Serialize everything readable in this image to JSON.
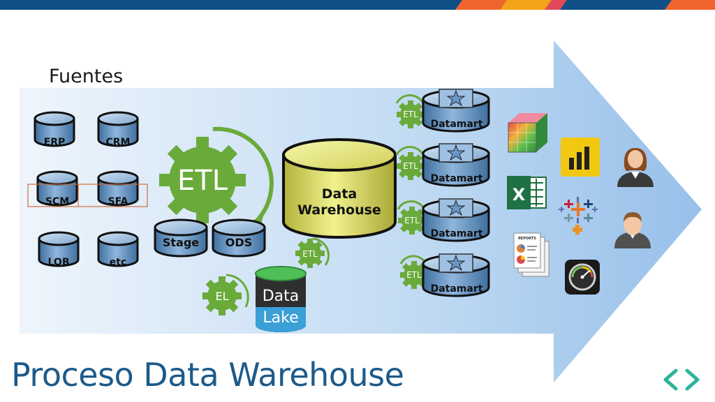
{
  "title": "Proceso Data Warehouse",
  "sources": {
    "heading": "Fuentes",
    "items": [
      "ERP",
      "CRM",
      "SCM",
      "SFA",
      "LOB",
      "etc"
    ]
  },
  "etl": {
    "main_label": "ETL",
    "stage_label": "Stage",
    "ods_label": "ODS",
    "gear_label": "ETL",
    "el_label": "EL"
  },
  "warehouse": {
    "line1": "Data",
    "line2": "Warehouse"
  },
  "lake": {
    "line1": "Data",
    "line2": "Lake"
  },
  "datamarts": [
    {
      "etl": "ETL",
      "label": "Datamart"
    },
    {
      "etl": "ETL",
      "label": "Datamart"
    },
    {
      "etl": "ETL",
      "label": "Datamart"
    },
    {
      "etl": "ETL",
      "label": "Datamart"
    }
  ],
  "tools": {
    "cube_icon": "olap-cube-icon",
    "excel": "X",
    "reports": "REPORTS"
  },
  "colors": {
    "top_bar": "#0d4f86",
    "accent_orange": "#f0652e",
    "accent_yellow": "#f5a31a",
    "arrow": "#a9ccf0",
    "title": "#1c5a8a",
    "gear_green": "#6aaa3a",
    "cylinder_blue": "#5b8fbf",
    "warehouse_yellow": "#e2e26a"
  }
}
